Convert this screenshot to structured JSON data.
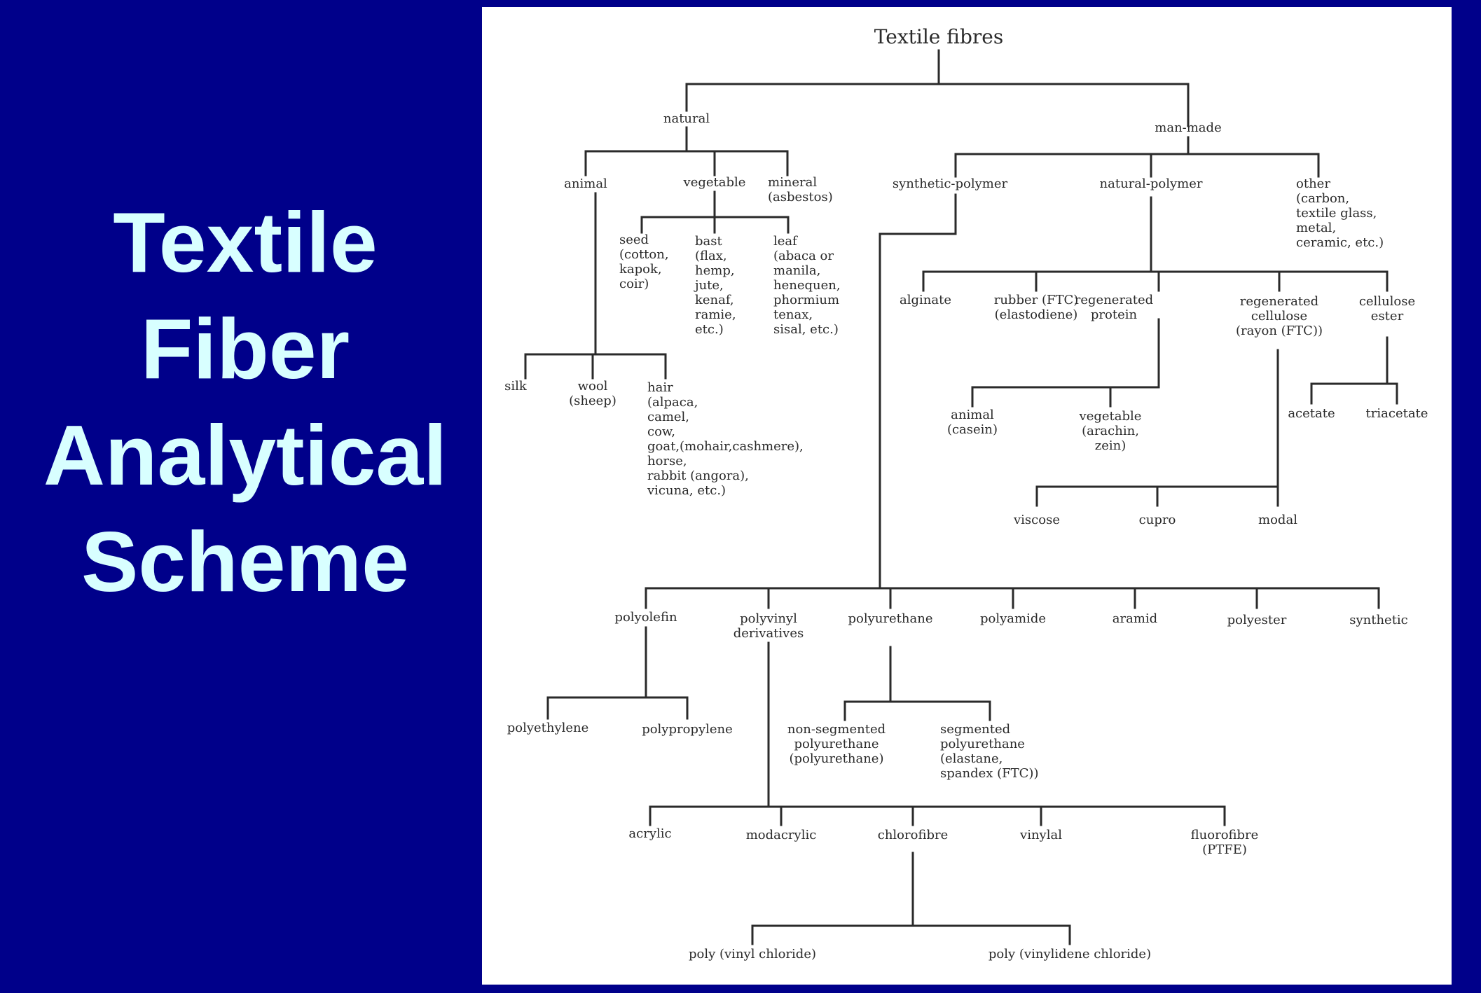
{
  "slide": {
    "title_lines": [
      "Textile",
      "Fiber",
      "Analytical",
      "Scheme"
    ]
  },
  "colors": {
    "background": "#00008a",
    "title_text": "#d8ffff",
    "panel": "#ffffff",
    "ink": "#2a2a2a"
  },
  "diagram": {
    "root": "Textile fibres",
    "nodes": {
      "natural": [
        "natural"
      ],
      "man_made": [
        "man-made"
      ],
      "animal": [
        "animal"
      ],
      "vegetable": [
        "vegetable"
      ],
      "mineral": [
        "mineral",
        "(asbestos)"
      ],
      "seed": [
        "seed",
        "(cotton,",
        "kapok,",
        "coir)"
      ],
      "bast": [
        "bast",
        "(flax,",
        "hemp,",
        "jute,",
        "kenaf,",
        "ramie,",
        "etc.)"
      ],
      "leaf": [
        "leaf",
        "(abaca or",
        "manila,",
        "henequen,",
        "phormium",
        "tenax,",
        "sisal, etc.)"
      ],
      "silk": [
        "silk"
      ],
      "wool": [
        "wool",
        "(sheep)"
      ],
      "hair": [
        "hair",
        "(alpaca,",
        "camel,",
        "cow,",
        "goat,(mohair,cashmere),",
        "horse,",
        "rabbit (angora),",
        "vicuna, etc.)"
      ],
      "synthetic_polymer": [
        "synthetic-polymer"
      ],
      "natural_polymer": [
        "natural-polymer"
      ],
      "other": [
        "other",
        "(carbon,",
        "textile glass,",
        "metal,",
        "ceramic, etc.)"
      ],
      "alginate": [
        "alginate"
      ],
      "rubber": [
        "rubber (FTC)",
        "(elastodiene)"
      ],
      "regen_protein": [
        "regenerated",
        "protein"
      ],
      "regen_cellulose": [
        "regenerated",
        "cellulose",
        "(rayon (FTC))"
      ],
      "cellulose_ester": [
        "cellulose",
        "ester"
      ],
      "animal_casein": [
        "animal",
        "(casein)"
      ],
      "vegetable_arachin": [
        "vegetable",
        "(arachin,",
        "zein)"
      ],
      "acetate": [
        "acetate"
      ],
      "triacetate": [
        "triacetate"
      ],
      "viscose": [
        "viscose"
      ],
      "cupro": [
        "cupro"
      ],
      "modal": [
        "modal"
      ],
      "polyolefin": [
        "polyolefin"
      ],
      "polyvinyl": [
        "polyvinyl",
        "derivatives"
      ],
      "polyurethane": [
        "polyurethane"
      ],
      "polyamide": [
        "polyamide"
      ],
      "aramid": [
        "aramid"
      ],
      "polyester": [
        "polyester"
      ],
      "synthetic": [
        "synthetic"
      ],
      "polyethylene": [
        "polyethylene"
      ],
      "polypropylene": [
        "polypropylene"
      ],
      "non_segmented": [
        "non-segmented",
        "polyurethane",
        "(polyurethane)"
      ],
      "segmented": [
        "segmented",
        "polyurethane",
        "(elastane,",
        "spandex (FTC))"
      ],
      "acrylic": [
        "acrylic"
      ],
      "modacrylic": [
        "modacrylic"
      ],
      "chlorofibre": [
        "chlorofibre"
      ],
      "vinylal": [
        "vinylal"
      ],
      "fluorofibre": [
        "fluorofibre",
        "(PTFE)"
      ],
      "pvc": [
        "poly (vinyl chloride)"
      ],
      "pvdc": [
        "poly (vinylidene chloride)"
      ]
    }
  }
}
